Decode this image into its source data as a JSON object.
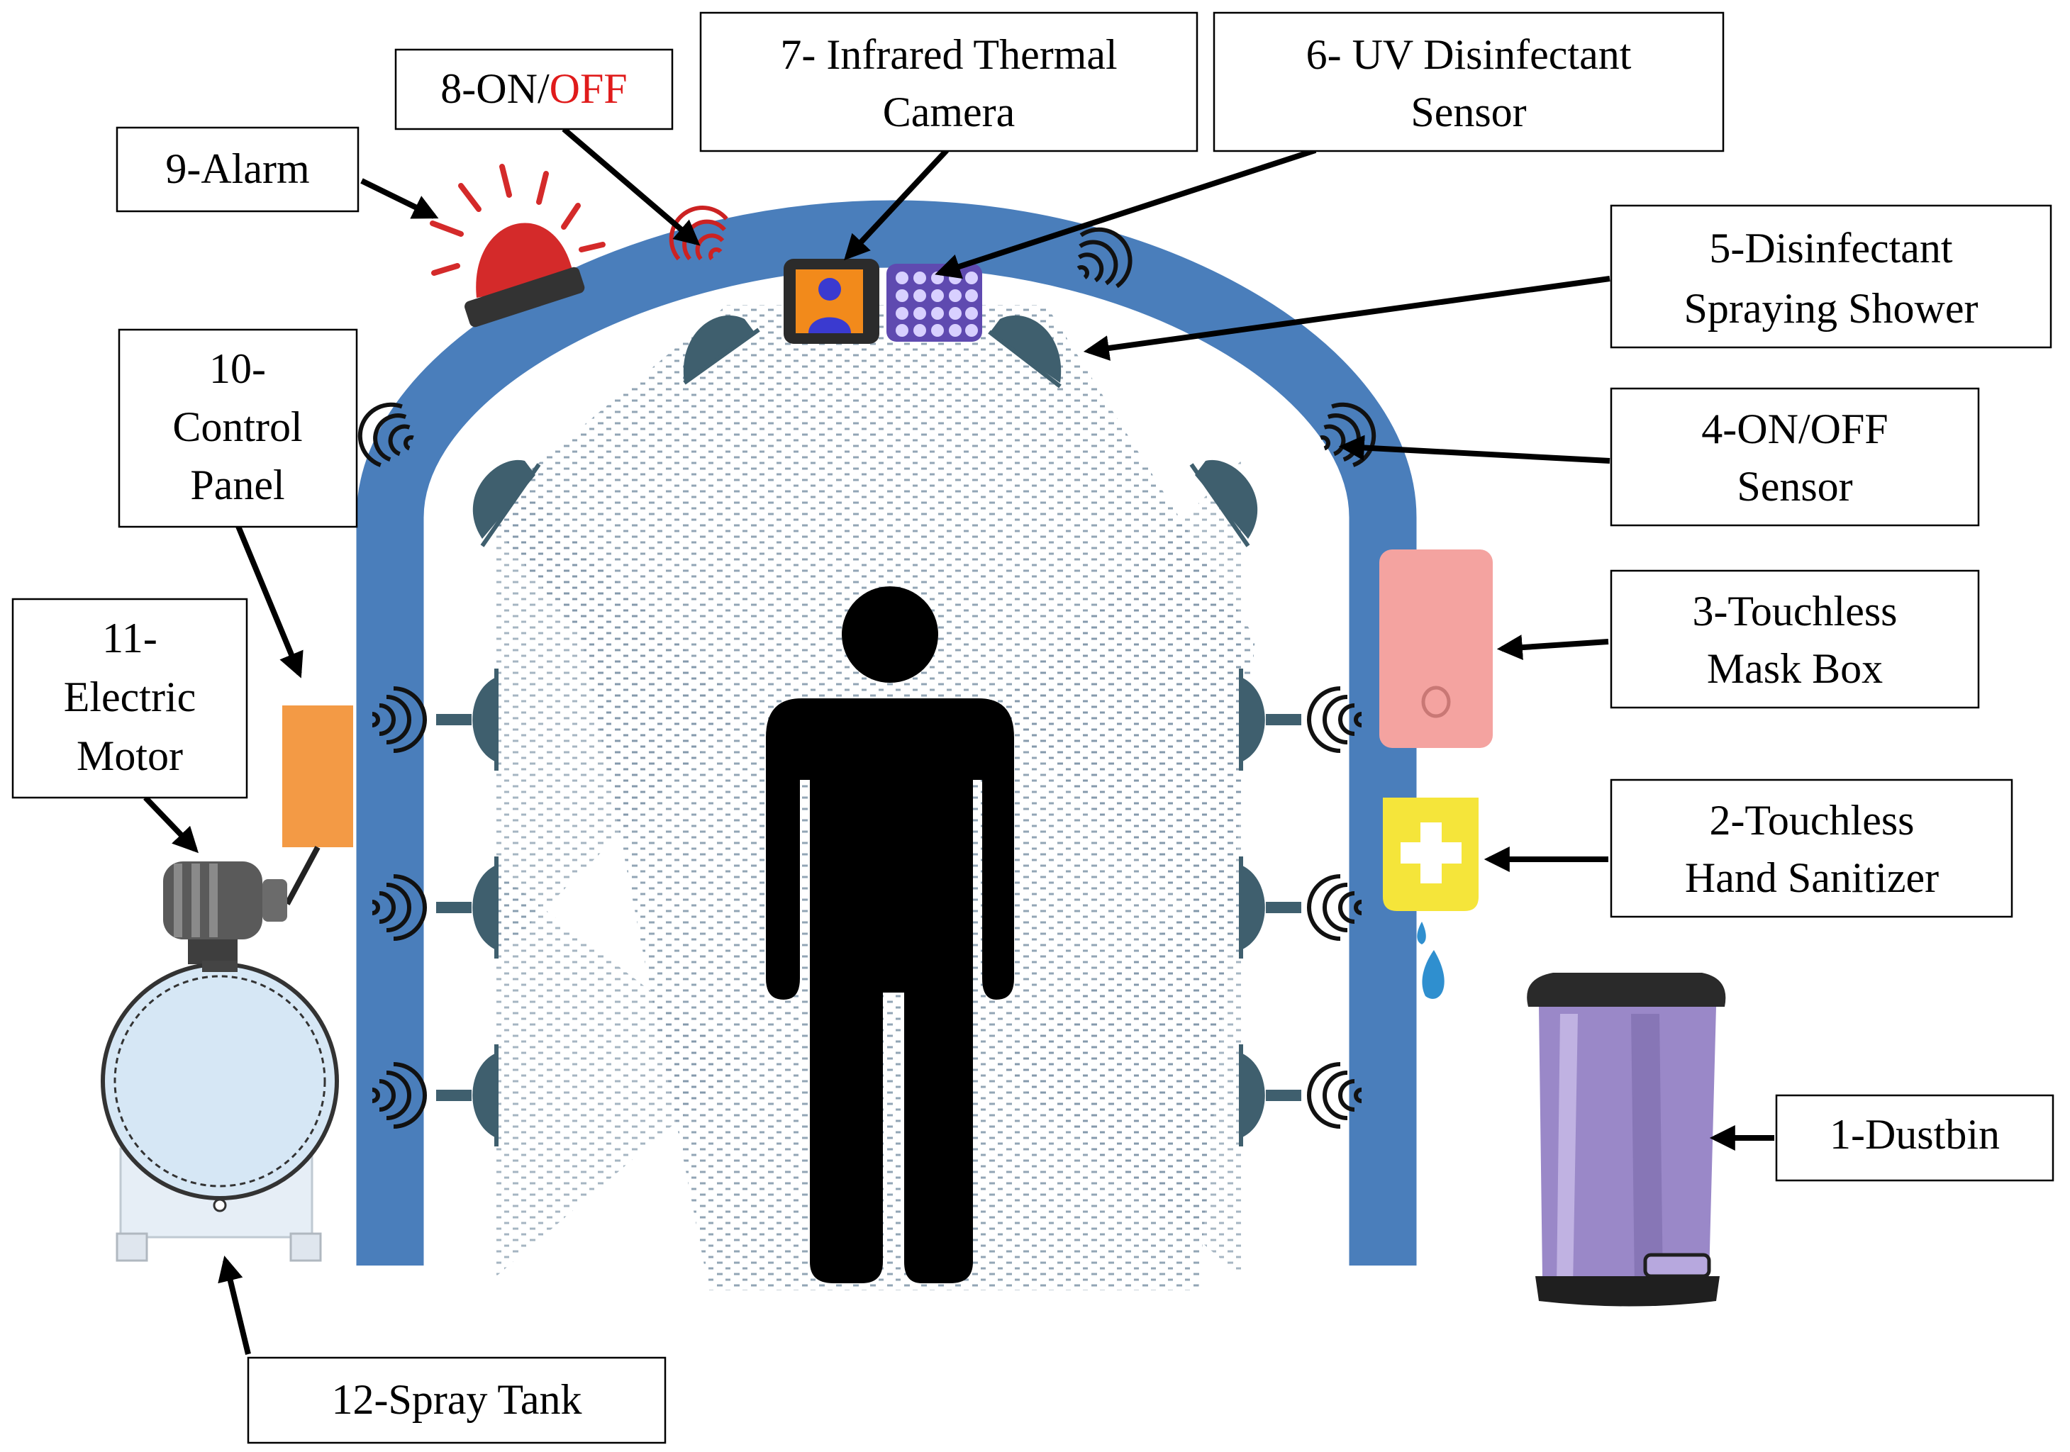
{
  "labels": {
    "l1": "1-Dustbin",
    "l2a": "2-Touchless",
    "l2b": "Hand Sanitizer",
    "l3a": "3-Touchless",
    "l3b": "Mask Box",
    "l4a": "4-ON/OFF",
    "l4b": "Sensor",
    "l5a": "5-Disinfectant",
    "l5b": "Spraying Shower",
    "l6a": "6- UV Disinfectant",
    "l6b": "Sensor",
    "l7a": "7- Infrared Thermal",
    "l7b": "Camera",
    "l8a": "8-ON/",
    "l8b": "OFF",
    "l9": "9-Alarm",
    "l10a": "10-",
    "l10b": "Control",
    "l10c": "Panel",
    "l11a": "11-",
    "l11b": "Electric",
    "l11c": "Motor",
    "l12": "12-Spray Tank"
  },
  "colors": {
    "arch": "#4a7ebb",
    "alarm": "#d42a2a",
    "control_panel": "#f39a45",
    "mask_box": "#f4a3a0",
    "sanitizer": "#f5e53a",
    "nozzle": "#3f5f6e",
    "tank": "#d6e7f5",
    "motor": "#5a5a5a",
    "dustbin": "#9a88c8",
    "person": "#000000",
    "label_accent_red": "#e01b1b"
  },
  "icons": [
    "alarm-icon",
    "thermal-camera-icon",
    "uv-sensor-icon",
    "sensor-wave-icon",
    "shower-nozzle-icon",
    "person-icon",
    "mask-box-icon",
    "hand-sanitizer-icon",
    "dustbin-icon",
    "electric-motor-icon",
    "spray-tank-icon",
    "control-panel-icon"
  ]
}
